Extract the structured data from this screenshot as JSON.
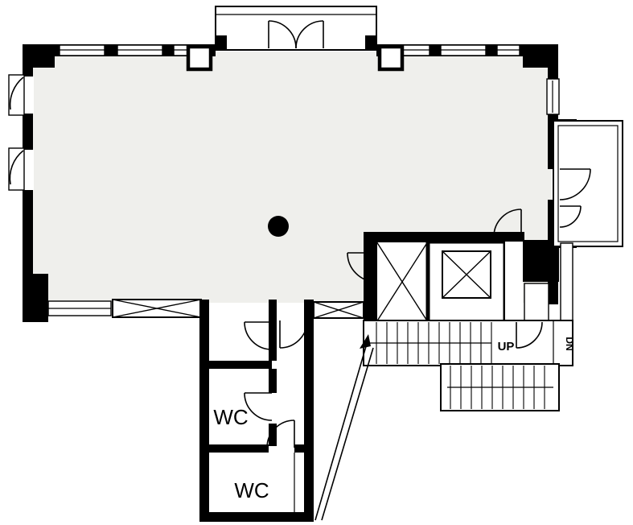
{
  "colors": {
    "background": "#ffffff",
    "wall": "#000000",
    "room_fill": "#efefec"
  },
  "labels": {
    "wc_upper": "WC",
    "wc_lower": "WC",
    "stairs_up": "UP",
    "stairs_down": "DN"
  }
}
